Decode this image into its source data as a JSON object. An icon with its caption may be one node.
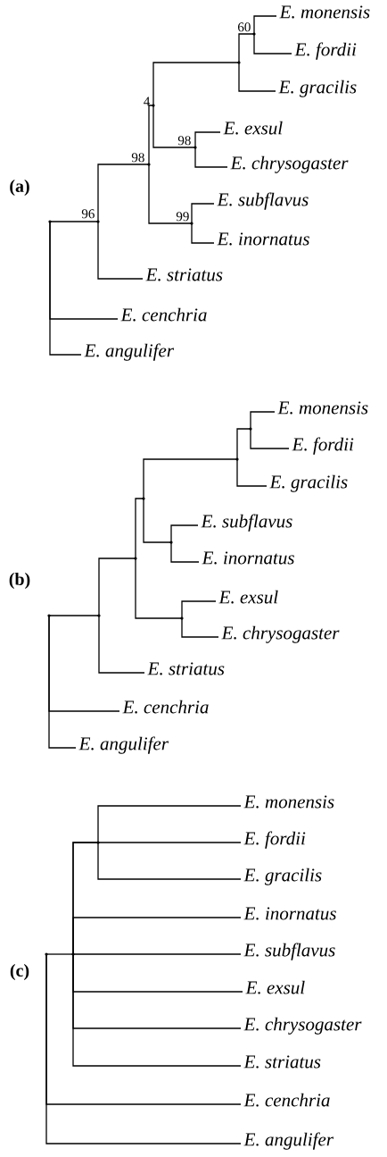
{
  "diagram": {
    "nodes": [
      {
        "text": [],
        "shape": "point"
      },
      {
        "text": [],
        "shape": "point",
        "beside": [
          "96"
        ]
      },
      {
        "text": [],
        "shape": "point",
        "beside": [
          "98"
        ]
      },
      {
        "text": [],
        "shape": "point",
        "beside": [
          "4"
        ]
      },
      {
        "text": [],
        "shape": "point"
      },
      {
        "text": [],
        "shape": "point",
        "beside": [
          "60"
        ]
      },
      {
        "text": [
          "E. monensis"
        ]
      },
      {
        "text": [
          "E. fordii"
        ]
      },
      {
        "text": [
          "E. gracilis"
        ]
      },
      {
        "text": [],
        "shape": "point",
        "beside": [
          "98"
        ]
      },
      {
        "text": [
          "E. exsul"
        ]
      },
      {
        "text": [
          "E. chrysogaster"
        ]
      },
      {
        "text": [],
        "shape": "point",
        "beside": [
          "99"
        ]
      },
      {
        "text": [
          "E. subflavus"
        ]
      },
      {
        "text": [
          "E. inornatus"
        ]
      },
      {
        "text": [
          "E. striatus"
        ]
      },
      {
        "text": [
          "E. cenchria"
        ]
      },
      {
        "text": [
          "E. angulifer"
        ]
      },
      {
        "text": [],
        "shape": "point"
      },
      {
        "text": [],
        "shape": "point"
      },
      {
        "text": [],
        "shape": "point"
      },
      {
        "text": [],
        "shape": "point"
      },
      {
        "text": [],
        "shape": "point"
      },
      {
        "text": [],
        "shape": "point"
      },
      {
        "text": [
          "E. monensis"
        ]
      },
      {
        "text": [
          "E. fordii"
        ]
      },
      {
        "text": [
          "E. gracilis"
        ]
      },
      {
        "text": [],
        "shape": "point"
      },
      {
        "text": [
          "E. subflavus"
        ]
      },
      {
        "text": [
          "E. inornatus"
        ]
      },
      {
        "text": [],
        "shape": "point"
      },
      {
        "text": [
          "E. exsul"
        ]
      },
      {
        "text": [
          "E. chrysogaster"
        ]
      },
      {
        "text": [
          "E. striatus"
        ]
      },
      {
        "text": [
          "E. cenchria"
        ]
      },
      {
        "text": [
          "E. angulifer"
        ]
      },
      {
        "text": [],
        "shape": "point"
      },
      {
        "text": [],
        "shape": "point"
      },
      {
        "text": [],
        "shape": "point"
      },
      {
        "text": [
          "E. monensis"
        ]
      },
      {
        "text": [
          "E. fordii"
        ]
      },
      {
        "text": [
          "E. gracilis"
        ]
      },
      {
        "text": [
          "E. inornatus"
        ]
      },
      {
        "text": [
          "E. subflavus"
        ]
      },
      {
        "text": [
          "E. exsul"
        ]
      },
      {
        "text": [
          "E. chrysogaster"
        ]
      },
      {
        "text": [
          "E. striatus"
        ]
      },
      {
        "text": [
          "E. cenchria"
        ]
      },
      {
        "text": [
          "E. angulifer"
        ]
      }
    ],
    "edges": [
      {
        "from": 0,
        "to": 1,
        "arrow": "none"
      },
      {
        "from": 0,
        "to": 16,
        "arrow": "none"
      },
      {
        "from": 0,
        "to": 17,
        "arrow": "none"
      },
      {
        "from": 1,
        "to": 2,
        "arrow": "none"
      },
      {
        "from": 1,
        "to": 15,
        "arrow": "none"
      },
      {
        "from": 2,
        "to": 3,
        "arrow": "none"
      },
      {
        "from": 2,
        "to": 12,
        "arrow": "none"
      },
      {
        "from": 3,
        "to": 4,
        "arrow": "none"
      },
      {
        "from": 3,
        "to": 9,
        "arrow": "none"
      },
      {
        "from": 4,
        "to": 5,
        "arrow": "none"
      },
      {
        "from": 4,
        "to": 8,
        "arrow": "none"
      },
      {
        "from": 5,
        "to": 6,
        "arrow": "none"
      },
      {
        "from": 5,
        "to": 7,
        "arrow": "none"
      },
      {
        "from": 9,
        "to": 10,
        "arrow": "none"
      },
      {
        "from": 9,
        "to": 11,
        "arrow": "none"
      },
      {
        "from": 12,
        "to": 13,
        "arrow": "none"
      },
      {
        "from": 12,
        "to": 14,
        "arrow": "none"
      },
      {
        "from": 18,
        "to": 19,
        "arrow": "none"
      },
      {
        "from": 18,
        "to": 34,
        "arrow": "none"
      },
      {
        "from": 18,
        "to": 35,
        "arrow": "none"
      },
      {
        "from": 19,
        "to": 20,
        "arrow": "none"
      },
      {
        "from": 19,
        "to": 33,
        "arrow": "none"
      },
      {
        "from": 20,
        "to": 21,
        "arrow": "none"
      },
      {
        "from": 20,
        "to": 30,
        "arrow": "none"
      },
      {
        "from": 21,
        "to": 22,
        "arrow": "none"
      },
      {
        "from": 21,
        "to": 27,
        "arrow": "none"
      },
      {
        "from": 22,
        "to": 23,
        "arrow": "none"
      },
      {
        "from": 22,
        "to": 26,
        "arrow": "none"
      },
      {
        "from": 23,
        "to": 24,
        "arrow": "none"
      },
      {
        "from": 23,
        "to": 25,
        "arrow": "none"
      },
      {
        "from": 27,
        "to": 28,
        "arrow": "none"
      },
      {
        "from": 27,
        "to": 29,
        "arrow": "none"
      },
      {
        "from": 30,
        "to": 31,
        "arrow": "none"
      },
      {
        "from": 30,
        "to": 32,
        "arrow": "none"
      },
      {
        "from": 36,
        "to": 37,
        "arrow": "none"
      },
      {
        "from": 36,
        "to": 47,
        "arrow": "none"
      },
      {
        "from": 36,
        "to": 48,
        "arrow": "none"
      },
      {
        "from": 37,
        "to": 38,
        "arrow": "none"
      },
      {
        "from": 37,
        "to": 40,
        "arrow": "none"
      },
      {
        "from": 37,
        "to": 42,
        "arrow": "none"
      },
      {
        "from": 37,
        "to": 43,
        "arrow": "none"
      },
      {
        "from": 37,
        "to": 44,
        "arrow": "none"
      },
      {
        "from": 37,
        "to": 45,
        "arrow": "none"
      },
      {
        "from": 37,
        "to": 46,
        "arrow": "none"
      },
      {
        "from": 38,
        "to": 39,
        "arrow": "none"
      },
      {
        "from": 38,
        "to": 41,
        "arrow": "none"
      }
    ],
    "labels": [
      "(a)",
      "(b)",
      "(c)"
    ]
  }
}
